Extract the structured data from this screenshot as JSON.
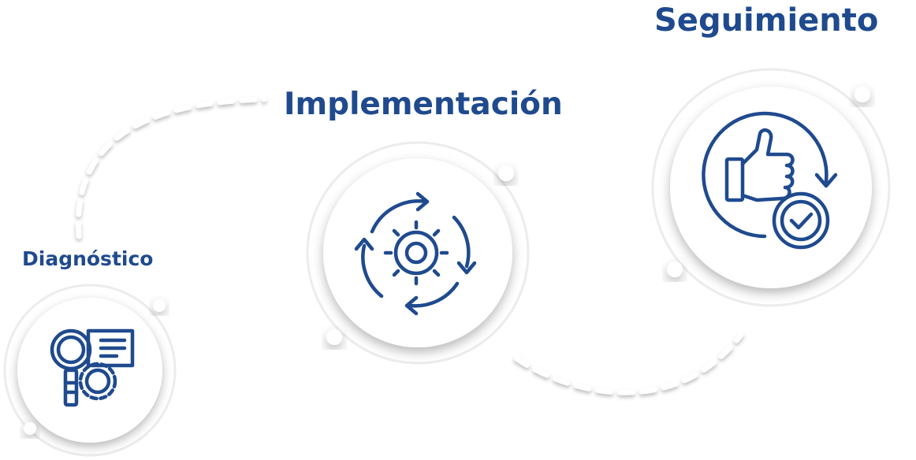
{
  "accent_color": "#1f4a8e",
  "steps": [
    {
      "label": "Diagnóstico",
      "icon": "magnifier-gear-document-icon"
    },
    {
      "label": "Implementación",
      "icon": "gear-cycle-arrows-icon"
    },
    {
      "label": "Seguimiento",
      "icon": "thumbs-up-checkmark-icon"
    }
  ]
}
